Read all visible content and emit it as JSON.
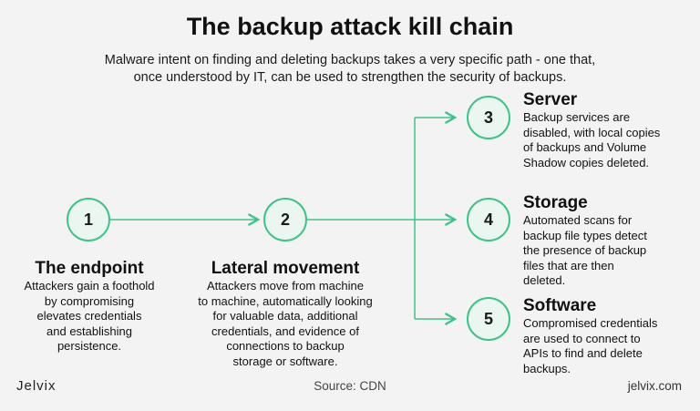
{
  "title": "The backup attack kill chain",
  "subtitle_line1": "Malware intent on finding and deleting backups takes a very specific path - one that,",
  "subtitle_line2": "once understood by IT, can be used to strengthen the security of backups.",
  "colors": {
    "accent": "#3cc48a",
    "node_fill": "#eaf6ef",
    "background": "#f3f3f3"
  },
  "steps": [
    {
      "number": "1",
      "label": "The endpoint",
      "desc": [
        "Attackers gain a foothold",
        "by compromising",
        "elevates credentials",
        "and establishing",
        "persistence."
      ]
    },
    {
      "number": "2",
      "label": "Lateral movement",
      "desc": [
        "Attackers move from machine",
        "to machine, automatically looking",
        "for valuable data, additional",
        "credentials, and evidence of",
        "connections to backup",
        "storage or software."
      ]
    },
    {
      "number": "3",
      "label": "Server",
      "desc": [
        "Backup services are",
        "disabled, with local copies",
        "of backups and Volume",
        "Shadow copies deleted."
      ]
    },
    {
      "number": "4",
      "label": "Storage",
      "desc": [
        "Automated scans for",
        "backup file types detect",
        "the presence of backup",
        "files that are then",
        "deleted."
      ]
    },
    {
      "number": "5",
      "label": "Software",
      "desc": [
        "Compromised credentials",
        "are used to connect to",
        "APIs to find and delete",
        "backups."
      ]
    }
  ],
  "footer": {
    "brand": "Jelvix",
    "source": "Source: CDN",
    "site": "jelvix.com"
  }
}
